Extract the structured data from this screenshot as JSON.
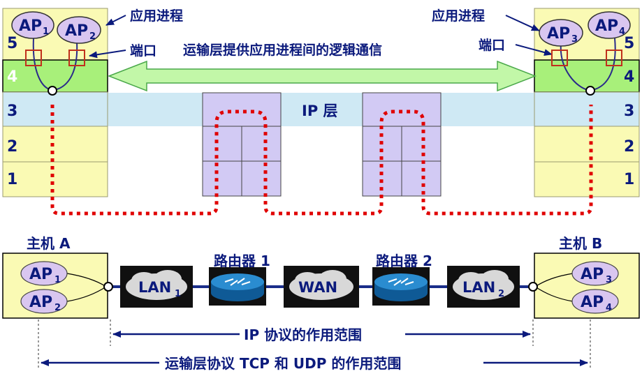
{
  "colors": {
    "host_fill": "#fafab4",
    "layer4_fill": "#a8f07a",
    "ip_band": "#cfe9f4",
    "router_box": "#d2caf4",
    "ap_fill": "#d9c6f0",
    "port_red": "#c0301c",
    "dotted_red": "#e00000",
    "navy_text": "#0b1a7c",
    "arrow_fill": "#c2f7a8",
    "arrow_stroke": "#4aa84a",
    "lan_box": "#101010",
    "router_icon": "#1a72b8"
  },
  "labels": {
    "app_process_left": "应用进程",
    "app_process_right": "应用进程",
    "port_left": "端口",
    "port_right": "端口",
    "transport_logical": "运输层提供应用进程间的逻辑通信",
    "ip_layer": "IP 层",
    "host_a": "主机 A",
    "host_b": "主机 B",
    "router1": "路由器 1",
    "router2": "路由器 2",
    "ip_scope": "IP 协议的作用范围",
    "transport_scope": "运输层协议 TCP 和 UDP 的作用范围"
  },
  "layers_left": [
    "5",
    "4",
    "3",
    "2",
    "1"
  ],
  "layers_right": [
    "5",
    "4",
    "3",
    "2",
    "1"
  ],
  "top_aps": [
    {
      "main": "AP",
      "sub": "1"
    },
    {
      "main": "AP",
      "sub": "2"
    },
    {
      "main": "AP",
      "sub": "3"
    },
    {
      "main": "AP",
      "sub": "4"
    }
  ],
  "bottom_aps": [
    {
      "main": "AP",
      "sub": "1"
    },
    {
      "main": "AP",
      "sub": "2"
    },
    {
      "main": "AP",
      "sub": "3"
    },
    {
      "main": "AP",
      "sub": "4"
    }
  ],
  "networks": [
    {
      "main": "LAN",
      "sub": "1"
    },
    {
      "main": "WAN",
      "sub": ""
    },
    {
      "main": "LAN",
      "sub": "2"
    }
  ]
}
